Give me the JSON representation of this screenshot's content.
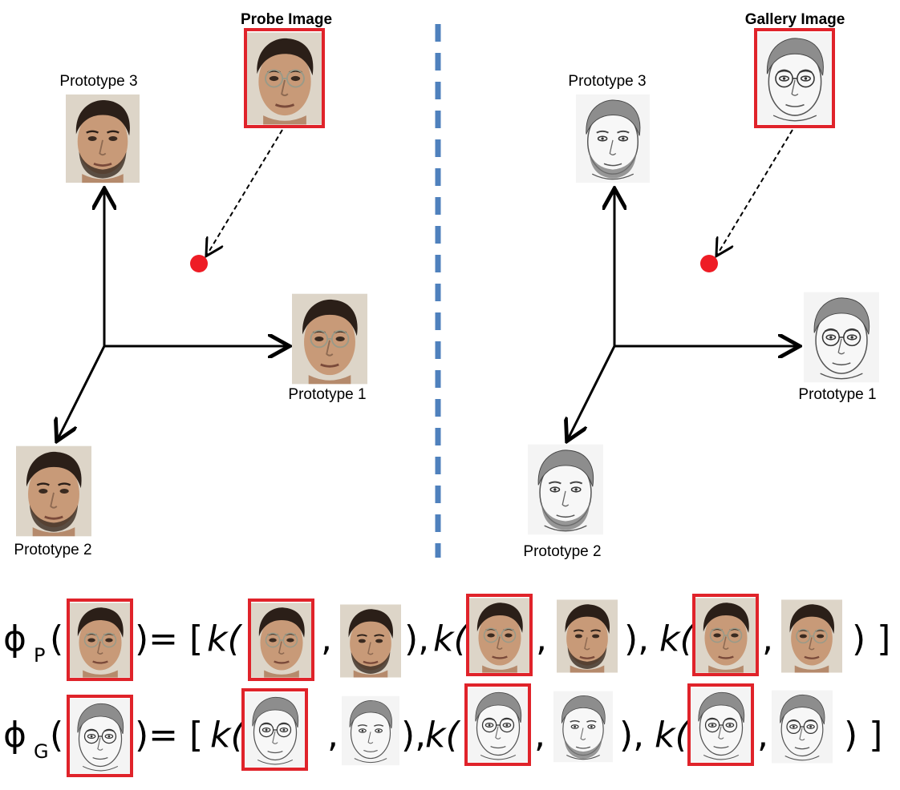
{
  "left_panel": {
    "probe_label": "Probe Image",
    "prototype_3": "Prototype 3",
    "prototype_1": "Prototype 1",
    "prototype_2": "Prototype 2"
  },
  "right_panel": {
    "gallery_label": "Gallery Image",
    "prototype_3": "Prototype 3",
    "prototype_1": "Prototype 1",
    "prototype_2": "Prototype 2"
  },
  "equations": {
    "phi": "ϕ",
    "sub_p": "P",
    "sub_g": "G",
    "open_paren": "(",
    "eq_bracket": ")= [",
    "k_open": "k(",
    "comma": ",",
    "close_comma": "),",
    "close_bracket": ") ]"
  },
  "colors": {
    "highlight_box": "#e0232a",
    "dashed_divider": "#4f81bd",
    "projection_point": "#ee1c25",
    "skin": "#c79a7a",
    "hair": "#2b1f18"
  },
  "icons": [
    "face-photo-icon",
    "face-sketch-icon"
  ]
}
